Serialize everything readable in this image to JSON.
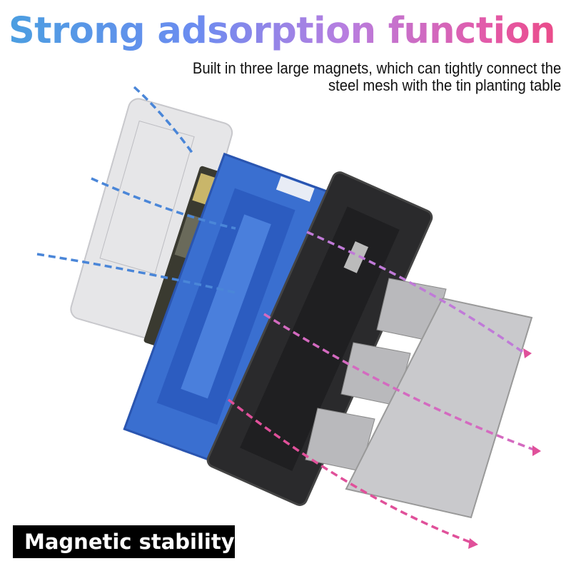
{
  "header": {
    "title": "Strong adsorption function",
    "subtitle_line1": "Built in three large magnets, which can tightly connect the",
    "subtitle_line2": "steel mesh with the tin planting table"
  },
  "badge": {
    "label": "Magnetic stability"
  },
  "colors": {
    "gradient_start": "#4a9fe0",
    "gradient_end": "#ea4c8a",
    "blue_arrow": "#4a86d8",
    "pink_arrow": "#e0509a",
    "platform_blue": "#3a6fd0",
    "block_black": "#2a2a2c"
  }
}
